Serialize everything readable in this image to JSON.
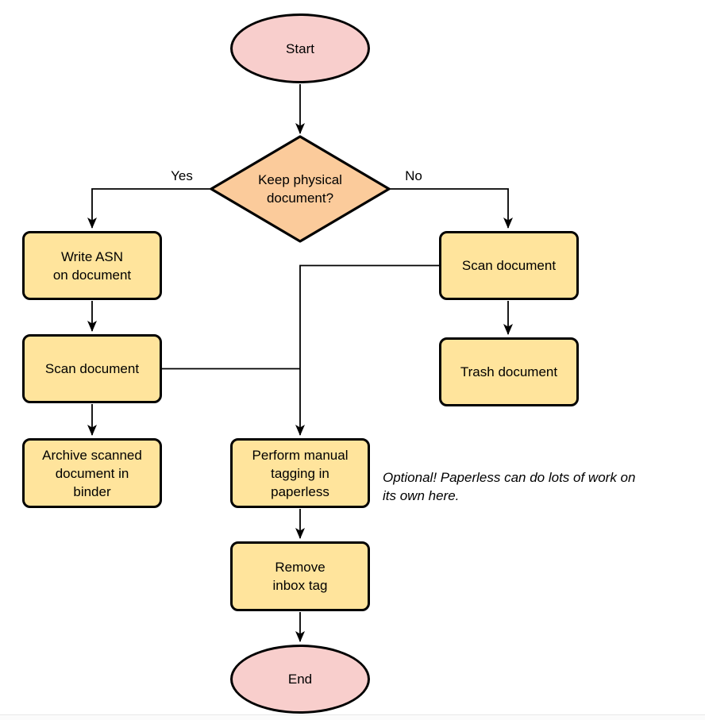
{
  "diagram": {
    "nodes": {
      "start": {
        "label": "Start"
      },
      "decision": {
        "label": [
          "Keep physical",
          "document?"
        ]
      },
      "write_asn": {
        "label": [
          "Write ASN",
          "on document"
        ]
      },
      "scan_left": {
        "label": "Scan document"
      },
      "archive": {
        "label": [
          "Archive scanned",
          "document in",
          "binder"
        ]
      },
      "scan_right": {
        "label": "Scan document"
      },
      "trash": {
        "label": "Trash document"
      },
      "tagging": {
        "label": [
          "Perform manual",
          "tagging in",
          "paperless"
        ]
      },
      "remove_inbox": {
        "label": [
          "Remove",
          "inbox tag"
        ]
      },
      "end": {
        "label": "End"
      }
    },
    "edge_labels": {
      "yes": "Yes",
      "no": "No"
    },
    "note": [
      "Optional! Paperless can do lots of work on",
      "its own here."
    ],
    "colors": {
      "terminator_fill": "#f8cecc",
      "decision_fill": "#fbcb9b",
      "process_fill": "#ffe49c",
      "stroke": "#000000"
    }
  }
}
